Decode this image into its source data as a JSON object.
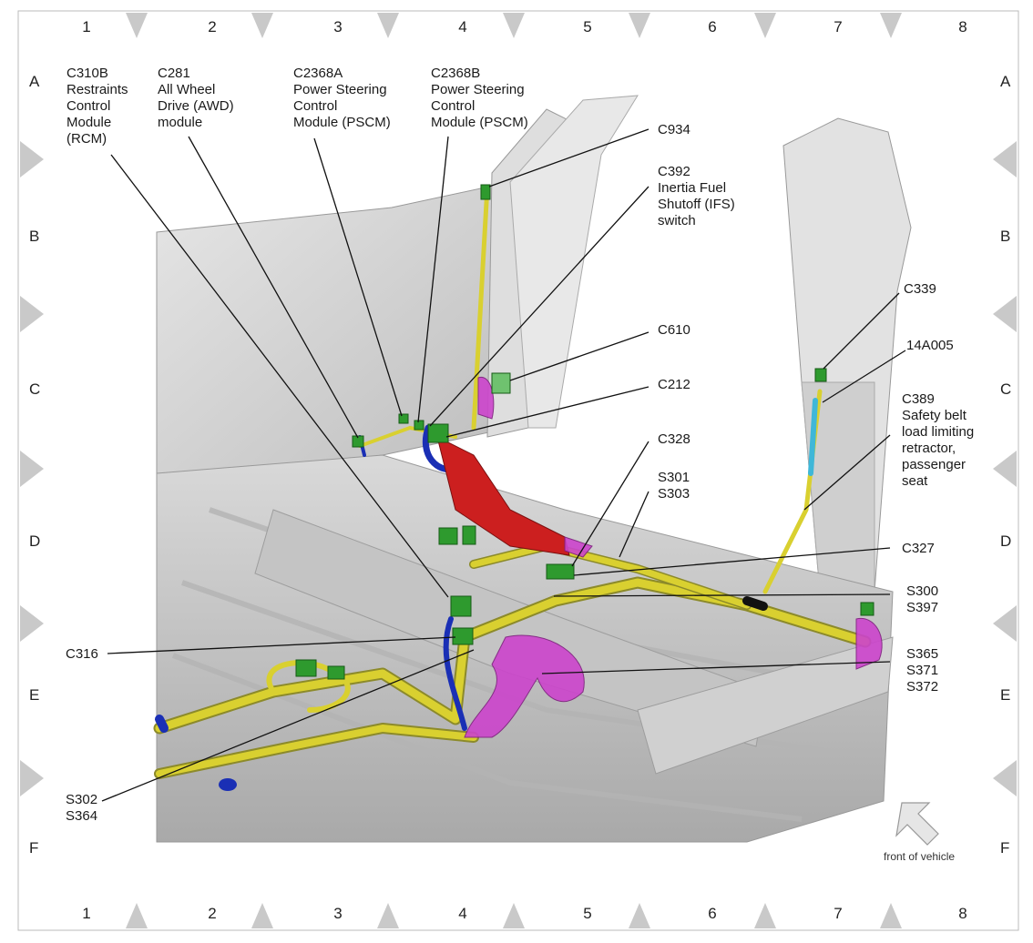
{
  "grid": {
    "columns": [
      "1",
      "2",
      "3",
      "4",
      "5",
      "6",
      "7",
      "8"
    ],
    "rows": [
      "A",
      "B",
      "C",
      "D",
      "E",
      "F"
    ]
  },
  "callouts": {
    "c310b": "C310B\nRestraints\nControl\nModule\n(RCM)",
    "c281": "C281\nAll Wheel\nDrive (AWD)\nmodule",
    "c2368a": "C2368A\nPower Steering\nControl\nModule (PSCM)",
    "c2368b": "C2368B\nPower Steering\nControl\nModule (PSCM)",
    "c934": "C934",
    "c392": "C392\nInertia Fuel\nShutoff (IFS)\nswitch",
    "c339": "C339",
    "p14a005": "14A005",
    "c610": "C610",
    "c212": "C212",
    "c389": "C389\nSafety belt\nload limiting\nretractor,\npassenger\nseat",
    "c328": "C328",
    "s301_s303": "S301\nS303",
    "c327": "C327",
    "s300_s397": "S300\nS397",
    "c316": "C316",
    "s365_s371_s372": "S365\nS371\nS372",
    "s302_s364": "S302\nS364"
  },
  "orientation": {
    "text": "front of vehicle",
    "icon": "arrow-up-left-icon"
  },
  "colors": {
    "harness": "#d9d030",
    "connector": "#2e9a2e",
    "bracket": "#cc1f1f",
    "clip": "#cc44cc",
    "wire_blue": "#1a2fb5",
    "body": "#d8d8d8"
  }
}
